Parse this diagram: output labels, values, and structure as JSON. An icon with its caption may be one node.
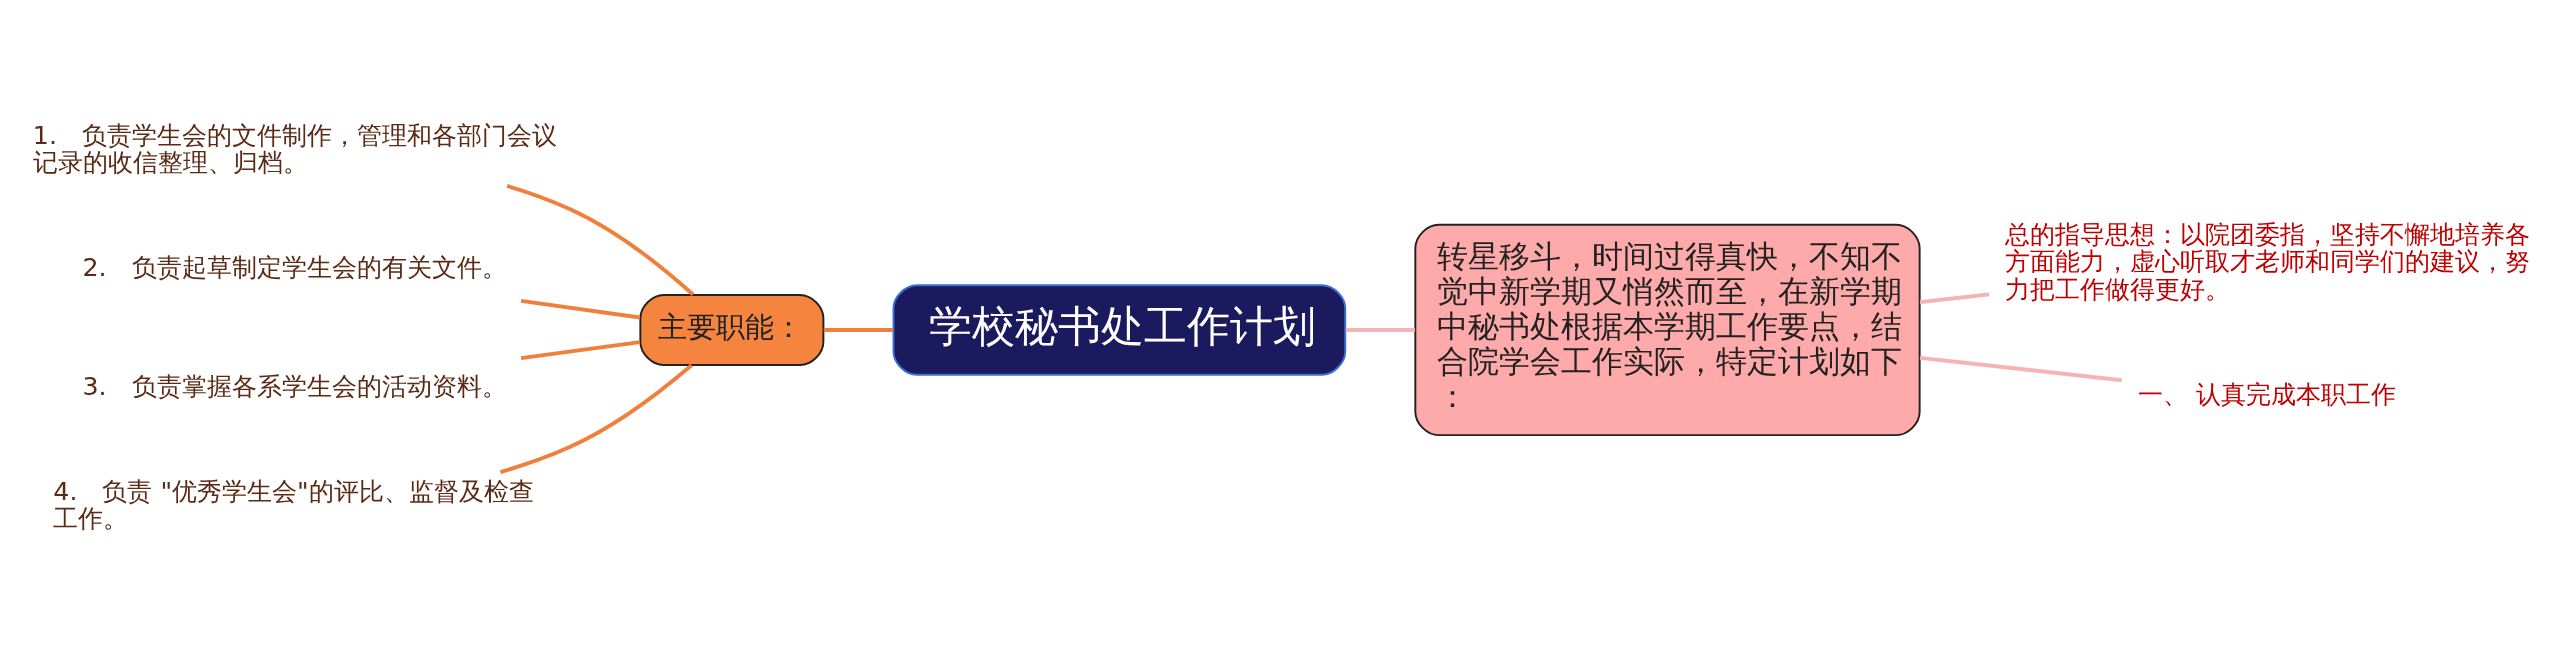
{
  "diagram": {
    "nodes": [
      {
        "text": [
          "学校秘书处工作计划"
        ]
      },
      {
        "text": [
          "主要职能："
        ]
      },
      {
        "text": [
          "1.　负责学生会的文件制作，管理和各部门会议记录的收信整理、归档。"
        ]
      },
      {
        "text": [
          "2.　负责起草制定学生会的有关文件。"
        ]
      },
      {
        "text": [
          "3.　负责掌握各系学生会的活动资料。"
        ]
      },
      {
        "text": [
          "4.　负责 \"优秀学生会\"的评比、监督及检查工作。"
        ]
      },
      {
        "text": [
          "转星移斗，时间过得真快，不知不觉中新学期又悄然而至，在新学期中秘书处根据本学期工作要点，结合院学会工作实际，特定计划如下："
        ]
      },
      {
        "text": [
          "总的指导思想：以院团委指，坚持不懈地培养各方面能力，虚心听取才老师和同学们的建议，努力把工作做得更好。"
        ]
      },
      {
        "text": [
          "一、 认真完成本职工作"
        ]
      }
    ],
    "edges": [
      {
        "from": 0,
        "to": 1,
        "arrow": "none"
      },
      {
        "from": 1,
        "to": 2,
        "arrow": "none"
      },
      {
        "from": 1,
        "to": 3,
        "arrow": "none"
      },
      {
        "from": 1,
        "to": 4,
        "arrow": "none"
      },
      {
        "from": 1,
        "to": 5,
        "arrow": "none"
      },
      {
        "from": 0,
        "to": 6,
        "arrow": "none",
        "color": "#f5b3b3"
      },
      {
        "from": 6,
        "to": 7,
        "arrow": "none",
        "color": "#f5b3b3"
      },
      {
        "from": 6,
        "to": 8,
        "arrow": "none",
        "color": "#f5b3b3"
      }
    ]
  }
}
